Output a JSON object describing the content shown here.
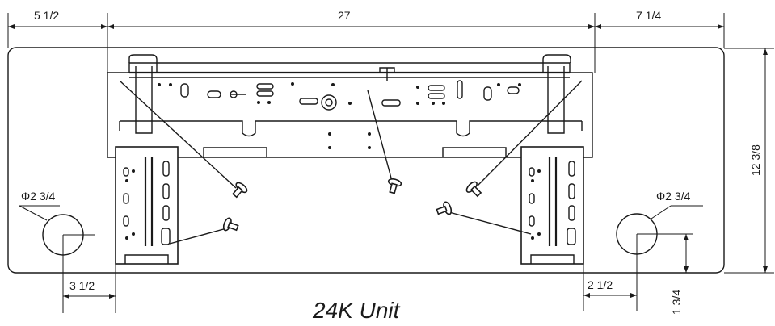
{
  "dimensions": {
    "left_offset": "5 1/2",
    "plate_width": "27",
    "right_offset": "7 1/4",
    "height": "12 3/8",
    "left_hole_dia": "Φ2 3/4",
    "right_hole_dia": "Φ2 3/4",
    "left_hole_edge": "3 1/2",
    "right_hole_edge": "2 1/2",
    "right_hole_height": "1 3/4"
  },
  "caption": "24K Unit"
}
